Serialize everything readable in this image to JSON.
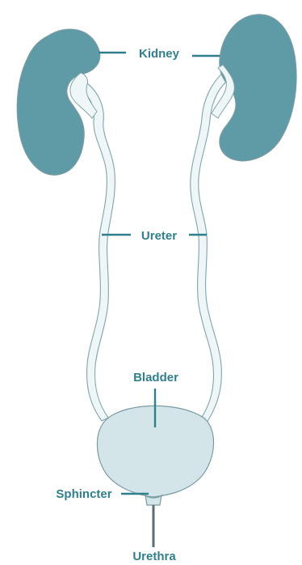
{
  "labels": {
    "kidney": "Kidney",
    "ureter": "Ureter",
    "bladder": "Bladder",
    "sphincter": "Sphincter",
    "urethra": "Urethra"
  },
  "colors": {
    "kidney": "#5f9aa7",
    "ureter": "#eef6f8",
    "bladder": "#d3e5e9",
    "label": "#2f7f8c"
  }
}
